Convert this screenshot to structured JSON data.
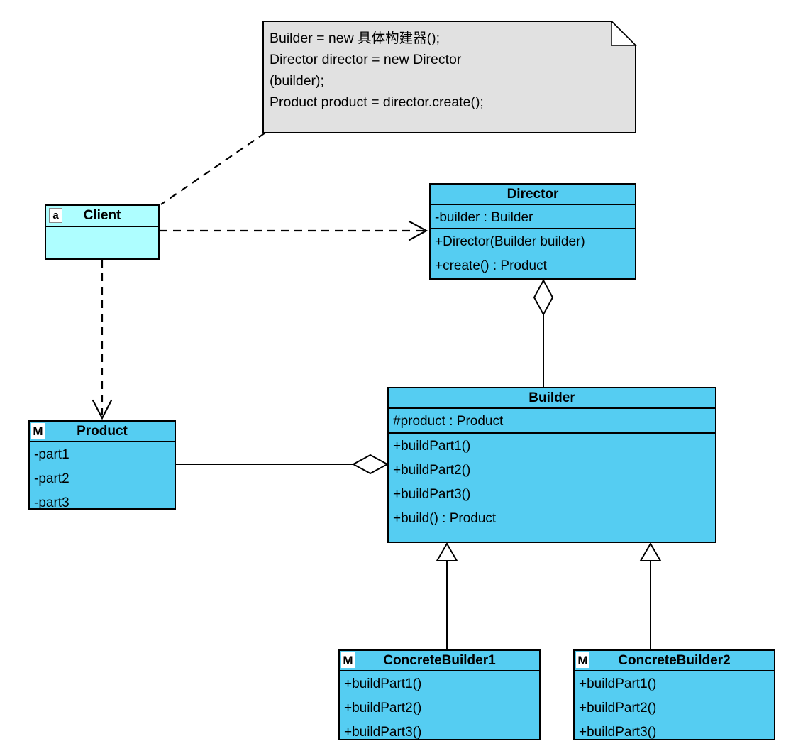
{
  "colors": {
    "class_fill": "#55CDF2",
    "client_fill": "#AEFEFF",
    "note_fill": "#E1E1E1",
    "line_color": "#000000"
  },
  "note": {
    "lines": [
      "Builder = new 具体构建器();",
      "Director director = new Director",
      "(builder);",
      "Product product = director.create();"
    ]
  },
  "classes": {
    "client": {
      "badge": "a",
      "name": "Client",
      "attributes": [],
      "methods": []
    },
    "director": {
      "name": "Director",
      "attributes": [
        "-builder : Builder"
      ],
      "methods": [
        "+Director(Builder builder)",
        "+create() : Product"
      ]
    },
    "product": {
      "badge": "M",
      "name": "Product",
      "attributes": [
        "-part1",
        "-part2",
        "-part3"
      ],
      "methods": []
    },
    "builder": {
      "name": "Builder",
      "attributes": [
        "#product : Product"
      ],
      "methods": [
        "+buildPart1()",
        "+buildPart2()",
        "+buildPart3()",
        "+build() : Product"
      ]
    },
    "concrete_builder1": {
      "badge": "M",
      "name": "ConcreteBuilder1",
      "methods": [
        "+buildPart1()",
        "+buildPart2()",
        "+buildPart3()"
      ]
    },
    "concrete_builder2": {
      "badge": "M",
      "name": "ConcreteBuilder2",
      "methods": [
        "+buildPart1()",
        "+buildPart2()",
        "+buildPart3()"
      ]
    }
  },
  "relationships": [
    {
      "from": "note",
      "to": "Client",
      "type": "note-anchor",
      "line": "dashed"
    },
    {
      "from": "Client",
      "to": "Director",
      "type": "dependency",
      "line": "dashed-open-arrow"
    },
    {
      "from": "Client",
      "to": "Product",
      "type": "dependency",
      "line": "dashed-open-arrow"
    },
    {
      "from": "Director",
      "to": "Builder",
      "type": "aggregation",
      "marker": "hollow-diamond-at-Director"
    },
    {
      "from": "Builder",
      "to": "Product",
      "type": "aggregation",
      "marker": "hollow-diamond-at-Builder"
    },
    {
      "from": "ConcreteBuilder1",
      "to": "Builder",
      "type": "generalization",
      "marker": "hollow-triangle-at-Builder"
    },
    {
      "from": "ConcreteBuilder2",
      "to": "Builder",
      "type": "generalization",
      "marker": "hollow-triangle-at-Builder"
    }
  ]
}
